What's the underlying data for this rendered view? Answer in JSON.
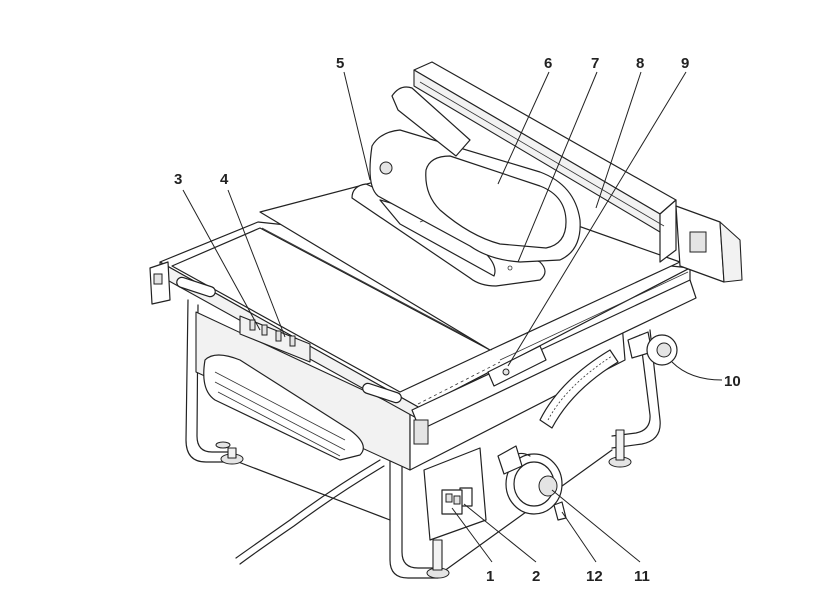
{
  "callouts": [
    {
      "id": "1",
      "label": "1"
    },
    {
      "id": "2",
      "label": "2"
    },
    {
      "id": "3",
      "label": "3"
    },
    {
      "id": "4",
      "label": "4"
    },
    {
      "id": "5",
      "label": "5"
    },
    {
      "id": "6",
      "label": "6"
    },
    {
      "id": "7",
      "label": "7"
    },
    {
      "id": "8",
      "label": "8"
    },
    {
      "id": "9",
      "label": "9"
    },
    {
      "id": "10",
      "label": "10"
    },
    {
      "id": "11",
      "label": "11"
    },
    {
      "id": "12",
      "label": "12"
    }
  ],
  "colors": {
    "ink": "#222222",
    "background": "#ffffff"
  }
}
